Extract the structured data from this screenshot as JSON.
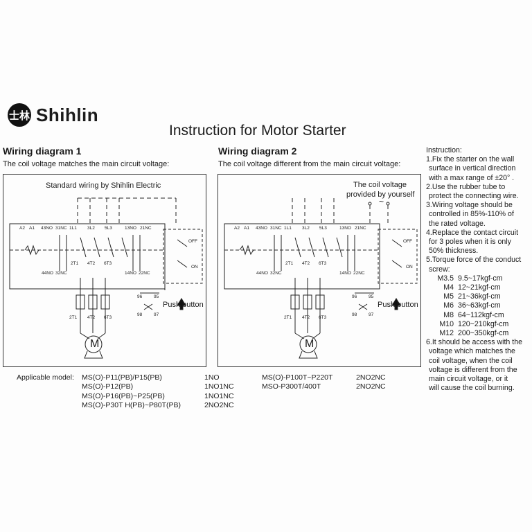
{
  "brand": {
    "name": "Shihlin",
    "logo_glyph": "士林"
  },
  "title": "Instruction for Motor Starter",
  "diagram1": {
    "heading": "Wiring diagram 1",
    "subtitle": "The coil voltage matches the main circuit voltage:",
    "caption": "Standard wiring by Shihlin Electric"
  },
  "diagram2": {
    "heading": "Wiring diagram 2",
    "subtitle": "The coil voltage different from the main circuit voltage:",
    "caption_line1": "The coil voltage",
    "caption_line2": "provided by yourself"
  },
  "labels": {
    "top": [
      "A2",
      "A1",
      "43NO",
      "31NC",
      "1L1",
      "3L2",
      "5L3",
      "13NO",
      "21NC"
    ],
    "mid": [
      "2T1",
      "4T2",
      "6T3"
    ],
    "aux_bottom": [
      "44NO",
      "32NC",
      "14NO",
      "22NC"
    ],
    "relay_top": [
      "96",
      "95"
    ],
    "relay_bottom": [
      "98",
      "97"
    ],
    "off": "OFF",
    "on": "ON",
    "push_button": "Push button",
    "motor": "M",
    "tilde": "~"
  },
  "models": {
    "label": "Applicable model:",
    "left": [
      {
        "model": "MS(O)-P11(PB)/P15(PB)",
        "contacts": "1NO"
      },
      {
        "model": "MS(O)-P12(PB)",
        "contacts": "1NO1NC"
      },
      {
        "model": "MS(O)-P16(PB)~P25(PB)",
        "contacts": "1NO1NC"
      },
      {
        "model": "MS(O)-P30T H(PB)~P80T(PB)",
        "contacts": "2NO2NC"
      }
    ],
    "right": [
      {
        "model": "MS(O)-P100T~P220T",
        "contacts": "2NO2NC"
      },
      {
        "model": "MSO-P300T/400T",
        "contacts": "2NO2NC"
      }
    ]
  },
  "instructions": {
    "heading": "Instruction:",
    "lines": [
      "1.Fix the starter on the wall",
      "  surface in vertical direction",
      "  with a max range of ±20° .",
      "2.Use the rubber tube to",
      "  protect the connecting wire.",
      "3.Wiring voltage should be",
      "  controlled in 85%-110% of",
      "  the rated voltage.",
      "4.Replace the contact circuit",
      "  for 3 poles when it is only",
      "  50%  thickness.",
      "5.Torque force of the conduct",
      "  screw:"
    ],
    "torque": [
      {
        "size": "M3.5",
        "range": "9.5~17kgf-cm"
      },
      {
        "size": "M4",
        "range": "12~21kgf-cm"
      },
      {
        "size": "M5",
        "range": "21~36kgf-cm"
      },
      {
        "size": "M6",
        "range": "36~63kgf-cm"
      },
      {
        "size": "M8",
        "range": "64~112kgf-cm"
      },
      {
        "size": "M10",
        "range": "120~210kgf-cm"
      },
      {
        "size": "M12",
        "range": "200~350kgf-cm"
      }
    ],
    "tail": [
      "6.It should be access with the",
      "  voltage which matches the",
      "  coil voltage, when the coil",
      "  voltage is different from the",
      "  main circuit voltage, or it",
      "   will cause the coil burning."
    ]
  }
}
